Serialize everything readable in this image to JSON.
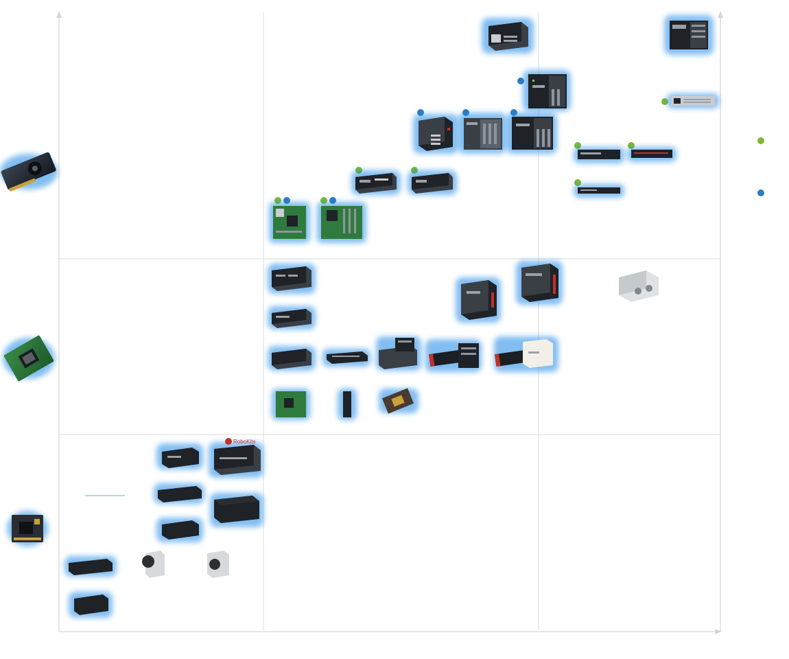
{
  "axes": {
    "x_label": "",
    "y_label": ""
  },
  "legend": [
    {
      "key": "green",
      "label": "",
      "color": "#7dba2f"
    },
    {
      "key": "blue",
      "label": "",
      "color": "#2f7bbf"
    }
  ],
  "row_icons": [
    {
      "icon": "gpu-card-icon"
    },
    {
      "icon": "mxm-module-icon"
    },
    {
      "icon": "jetson-module-icon"
    }
  ],
  "colors": {
    "glow": "#1e88e5",
    "grid": "#dcdcdc",
    "green_dot": "#7dba2f",
    "blue_dot": "#2f7bbf"
  },
  "badge_text": "RoboKits"
}
